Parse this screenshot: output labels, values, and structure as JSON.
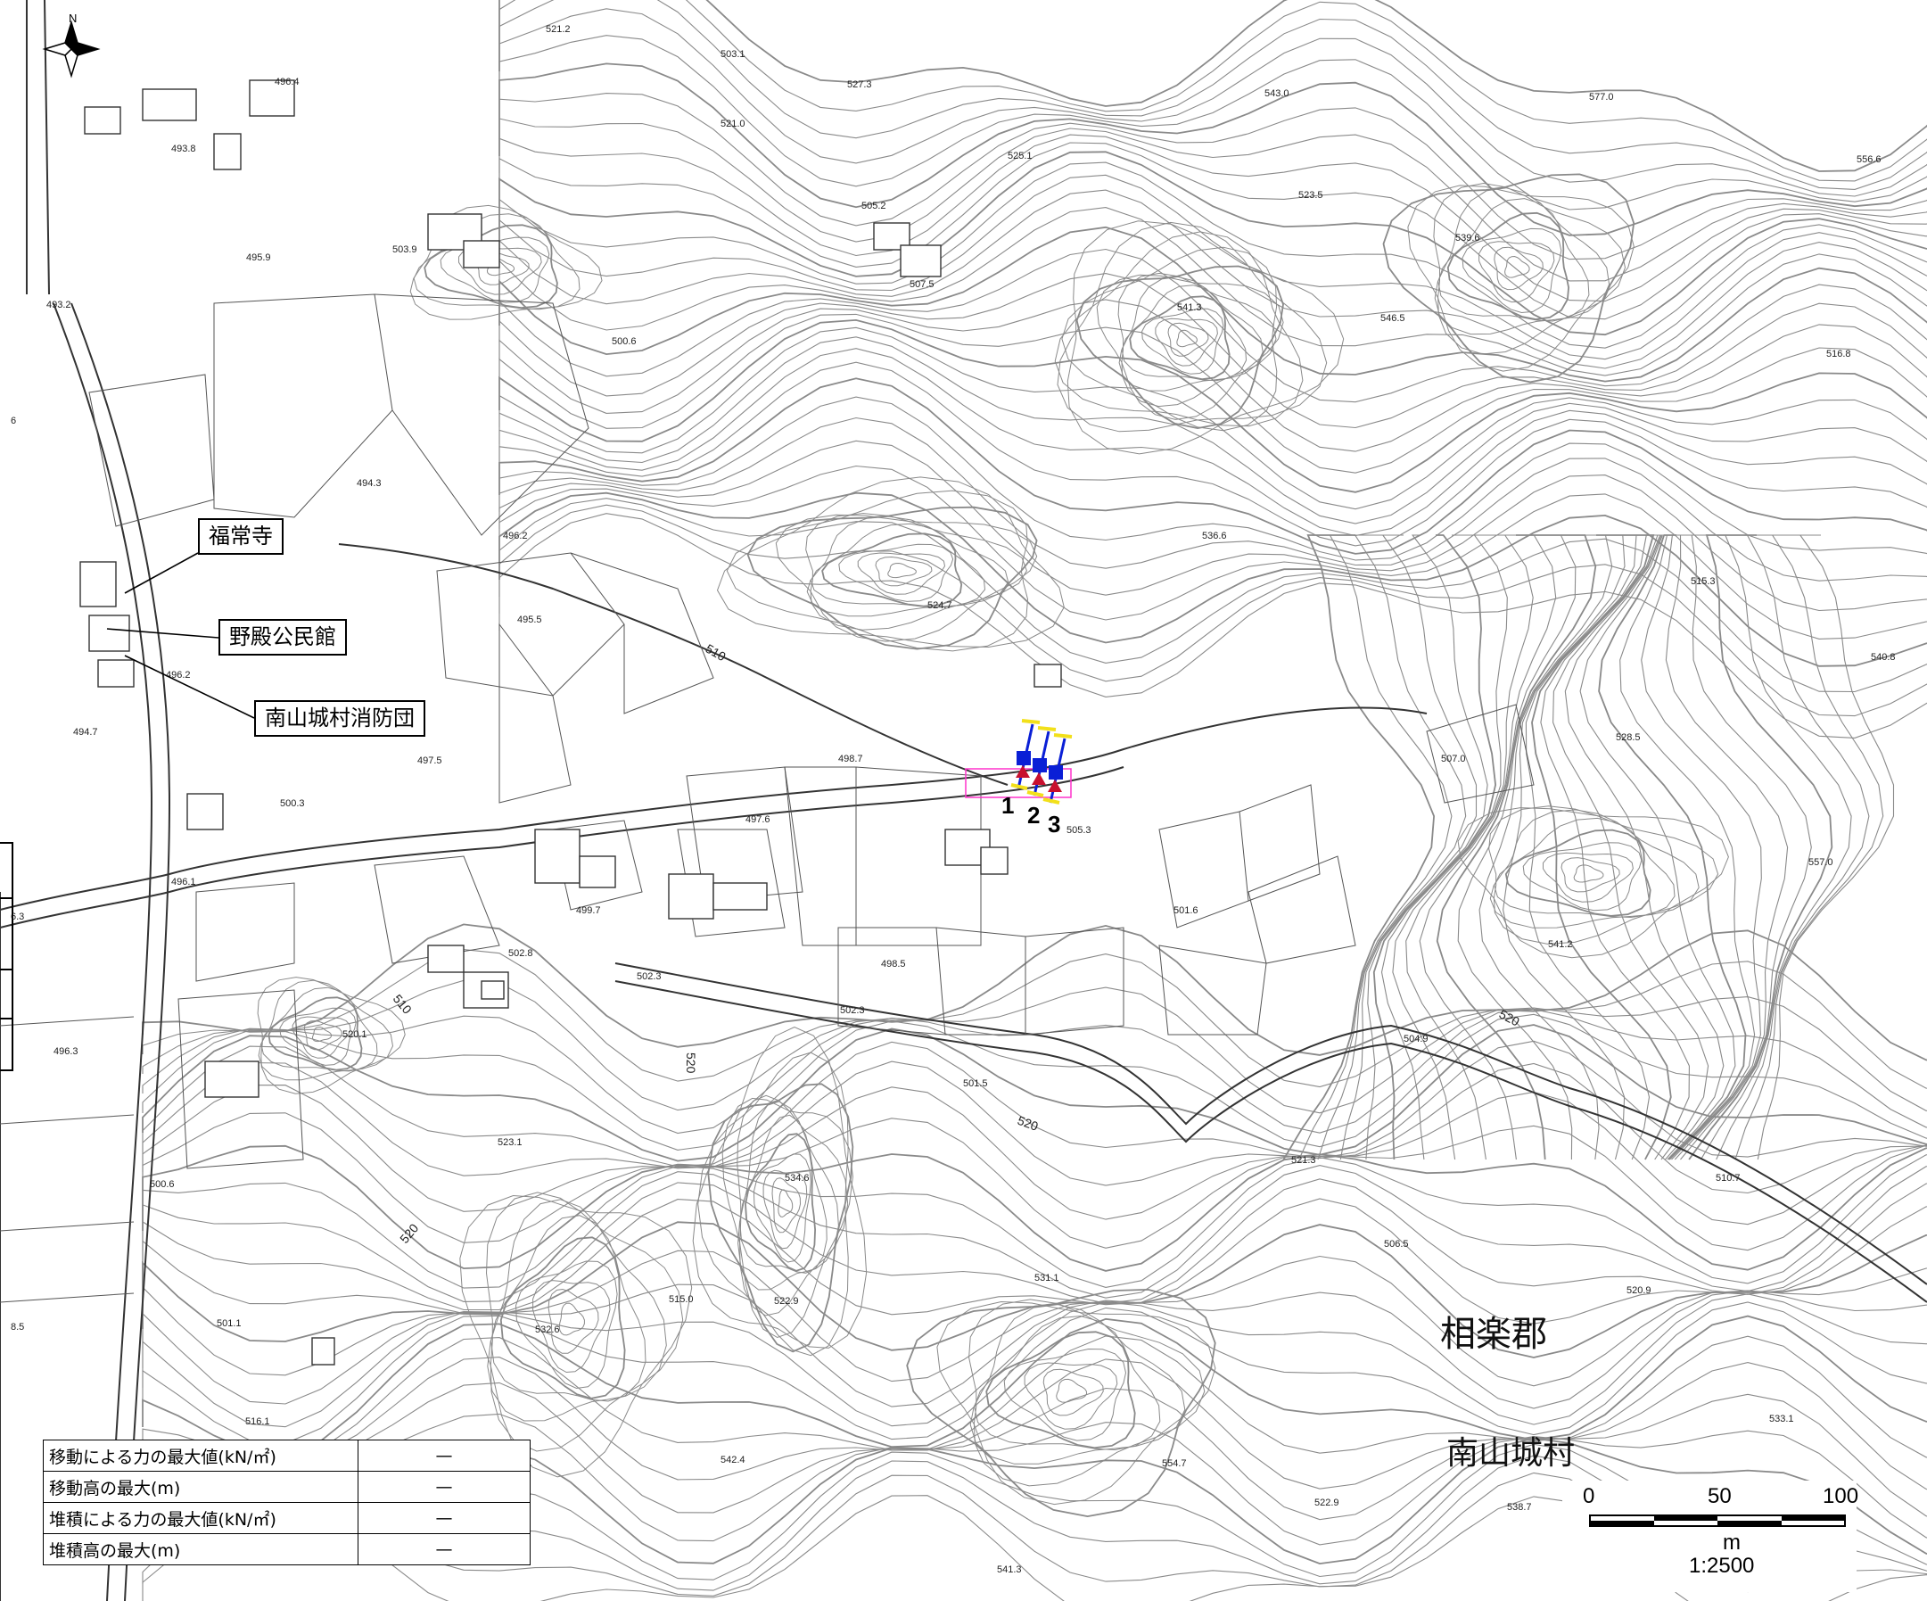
{
  "north_label": "N",
  "callouts": {
    "temple": "福常寺",
    "community_hall": "野殿公民館",
    "fire_brigade": "南山城村消防団"
  },
  "region": {
    "district": "相楽郡",
    "village": "南山城村"
  },
  "site_numbers": [
    "1",
    "2",
    "3"
  ],
  "contour_labels": [
    "510",
    "520",
    "510",
    "520",
    "520",
    "520"
  ],
  "elevation_points": [
    "521.2",
    "503.1",
    "527.3",
    "543.0",
    "577.0",
    "556.6",
    "496.4",
    "493.8",
    "521.0",
    "525.1",
    "505.2",
    "523.5",
    "539.6",
    "495.9",
    "503.9",
    "507.5",
    "493.2",
    "541.3",
    "546.5",
    "516.8",
    "500.6",
    "494.3",
    "496.2",
    "536.6",
    "495.5",
    "524.7",
    "515.3",
    "540.8",
    "496.2",
    "494.7",
    "497.5",
    "498.7",
    "528.5",
    "507.0",
    "500.3",
    "497.6",
    "505.3",
    "557.0",
    "496.1",
    "499.7",
    "501.6",
    "502.8",
    "498.5",
    "541.2",
    "502.3",
    "502.3",
    "504.9",
    "520.1",
    "501.5",
    "496.3",
    "523.1",
    "534.6",
    "521.3",
    "510.7",
    "500.6",
    "506.5",
    "531.1",
    "515.0",
    "522.9",
    "520.9",
    "501.1",
    "532.6",
    "516.1",
    "542.4",
    "554.7",
    "522.9",
    "538.7",
    "533.1",
    "541.3",
    "8.5",
    "6.3",
    "6"
  ],
  "result_table": {
    "rows": [
      {
        "label": "移動による力の最大値(kN/㎡)",
        "value": "—"
      },
      {
        "label": "移動高の最大(m)",
        "value": "—"
      },
      {
        "label": "堆積による力の最大値(kN/㎡)",
        "value": "—"
      },
      {
        "label": "堆積高の最大(m)",
        "value": "—"
      }
    ]
  },
  "scale_bar": {
    "tick_labels": [
      "0",
      "50",
      "100"
    ],
    "unit": "m",
    "ratio": "1:2500"
  },
  "colors": {
    "contour": "#8a8a8a",
    "road": "#333333",
    "site_outline": "#ff33cc",
    "site_marker_blue": "#0a1fd6",
    "site_marker_yellow": "#f2e01a",
    "site_marker_red": "#c8102e"
  }
}
